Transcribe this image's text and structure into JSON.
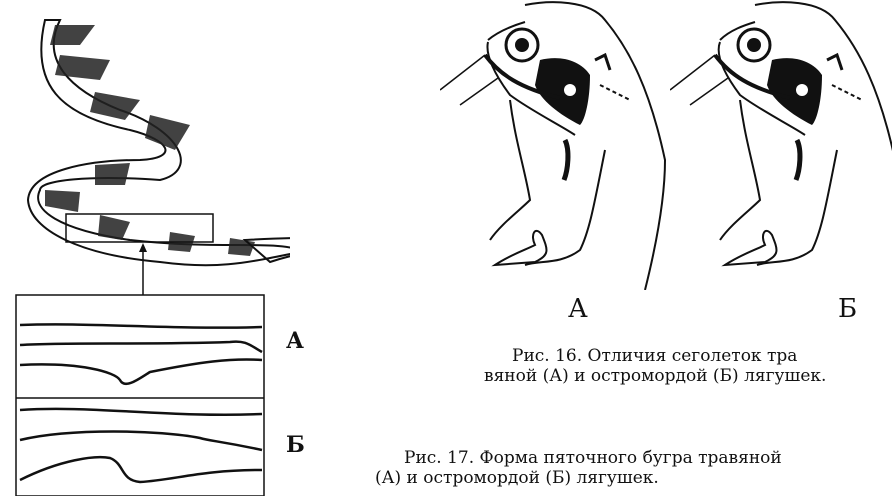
{
  "figure_16": {
    "label_a": "А",
    "label_b": "Б",
    "caption_line1": "Рис. 16. Отличия сеголеток тра",
    "caption_line2": "вяной (А) и остромордой (Б) лягушек."
  },
  "figure_17": {
    "label_a": "А",
    "label_b": "Б",
    "caption_line1": "Рис. 17. Форма пяточного бугра травяной",
    "caption_line2": "(А) и остромордой (Б) лягушек."
  }
}
